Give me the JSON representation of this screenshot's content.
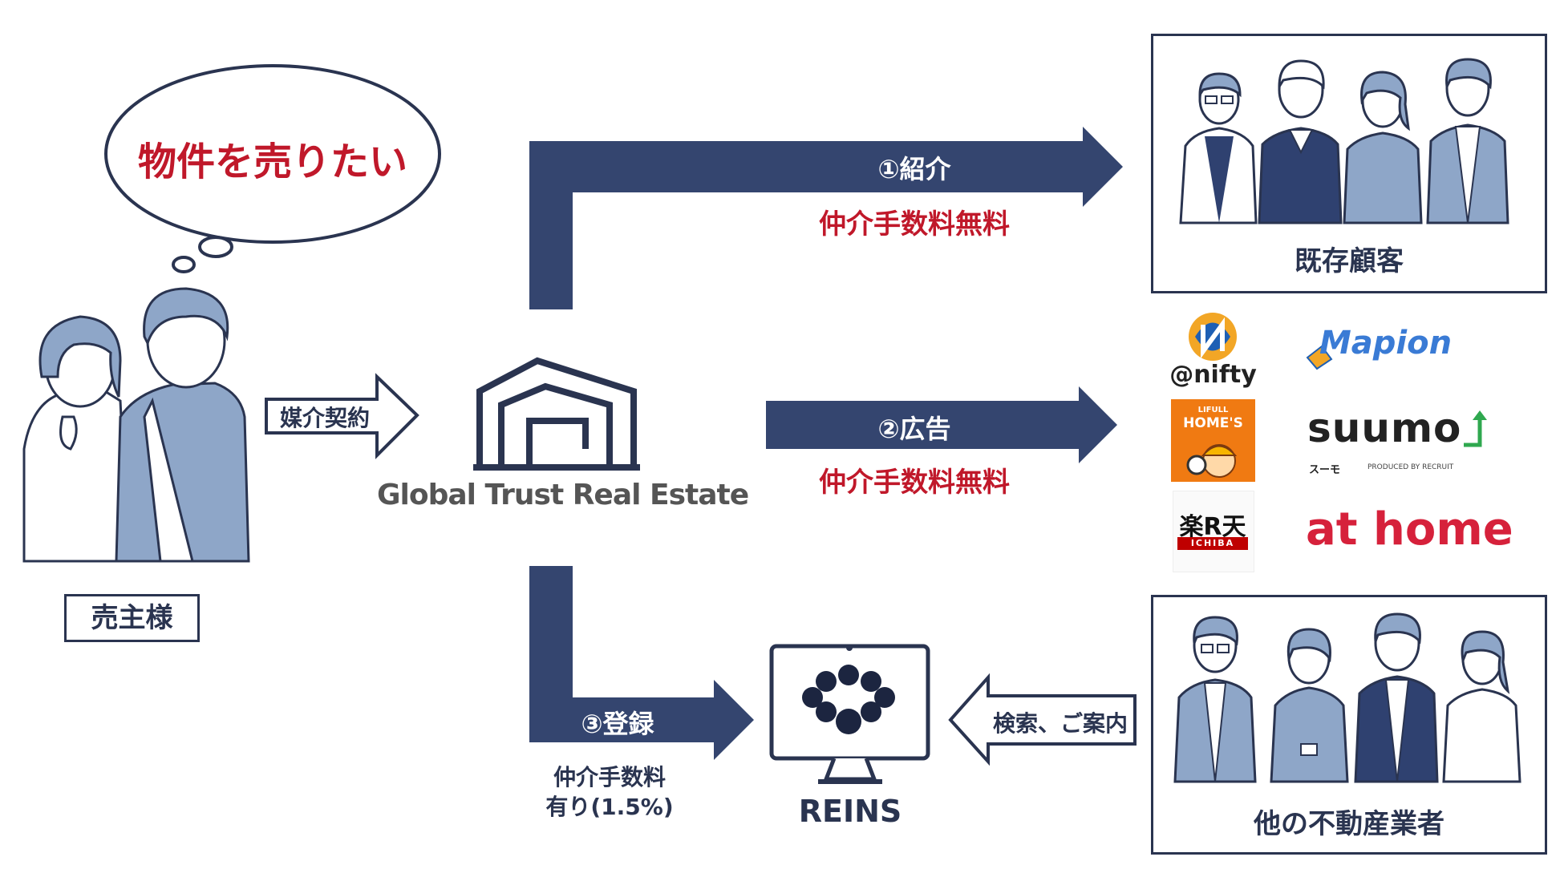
{
  "seller": {
    "thought": "物件を売りたい",
    "label": "売主様"
  },
  "contract_arrow_label": "媒介契約",
  "company": {
    "name": "Global Trust Real Estate"
  },
  "flows": [
    {
      "label": "①紹介",
      "fee": "仲介手数料無料"
    },
    {
      "label": "②広告",
      "fee": "仲介手数料無料"
    },
    {
      "label": "③登録",
      "fee_line1": "仲介手数料",
      "fee_line2": "有り(1.5%)"
    }
  ],
  "existing_customers": {
    "label": "既存顧客"
  },
  "portals": {
    "nifty": "@nifty",
    "mapion": "Mapion",
    "homes_small": "LIFULL",
    "homes": "HOME'S",
    "suumo": "suumo",
    "suumo_sub": "スーモ",
    "suumo_produced": "PRODUCED BY RECRUIT",
    "rakuten": "楽R天",
    "rakuten_sub": "ICHIBA",
    "athome": "at home"
  },
  "reins": {
    "label": "REINS"
  },
  "search_arrow_label": "検索、ご案内",
  "other_agents": {
    "label": "他の不動産業者"
  },
  "colors": {
    "navy": "#2a3450",
    "arrow_navy": "#34456f",
    "accent_red": "#c0182a",
    "person_light": "#8ea6c8",
    "person_dark": "#2f4170"
  }
}
